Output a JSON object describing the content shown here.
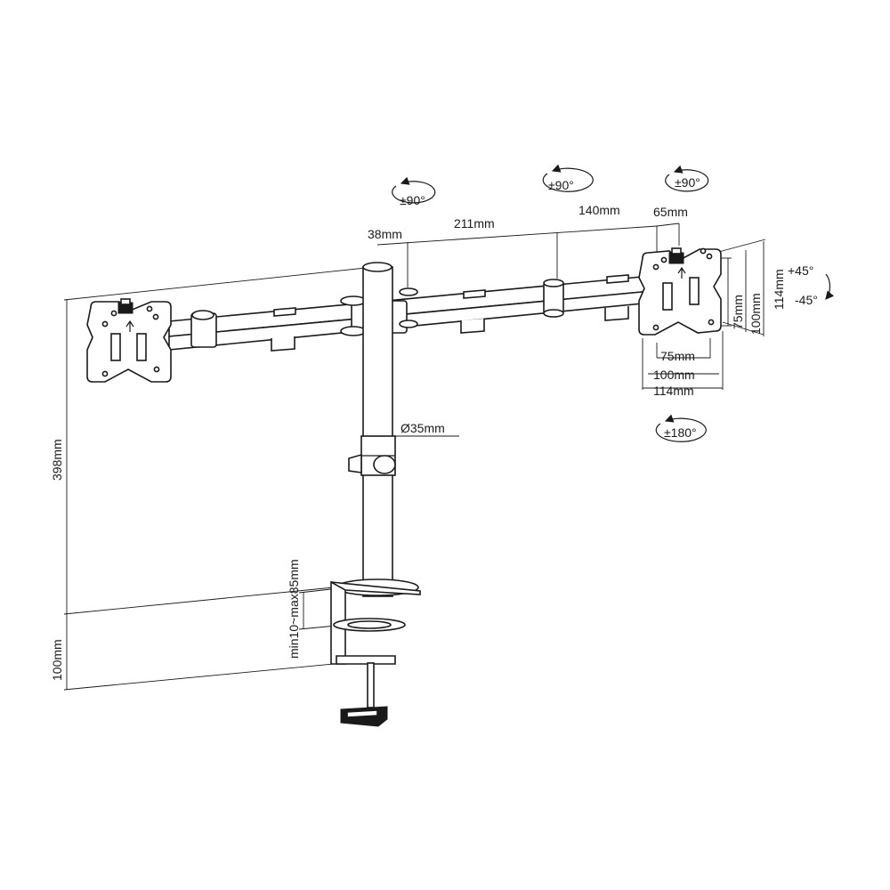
{
  "labels": {
    "height_total": "398mm",
    "height_low": "100mm",
    "clamp_range": "min10~max85mm",
    "pole_diameter": "Ø35mm",
    "pole_offset": "38mm",
    "arm1": "211mm",
    "arm2": "140mm",
    "arm3": "65mm",
    "rot_pole": "±90°",
    "rot_mid": "±90°",
    "rot_head": "±90°",
    "tilt_up": "+45°",
    "tilt_down": "-45°",
    "rotate": "±180°",
    "vesa_h75": "75mm",
    "vesa_h100": "100mm",
    "plate_h114": "114mm",
    "vesa_w75": "75mm",
    "vesa_w100": "100mm",
    "plate_w114": "114mm"
  },
  "colors": {
    "ink": "#1a1a1a",
    "background": "#ffffff"
  }
}
